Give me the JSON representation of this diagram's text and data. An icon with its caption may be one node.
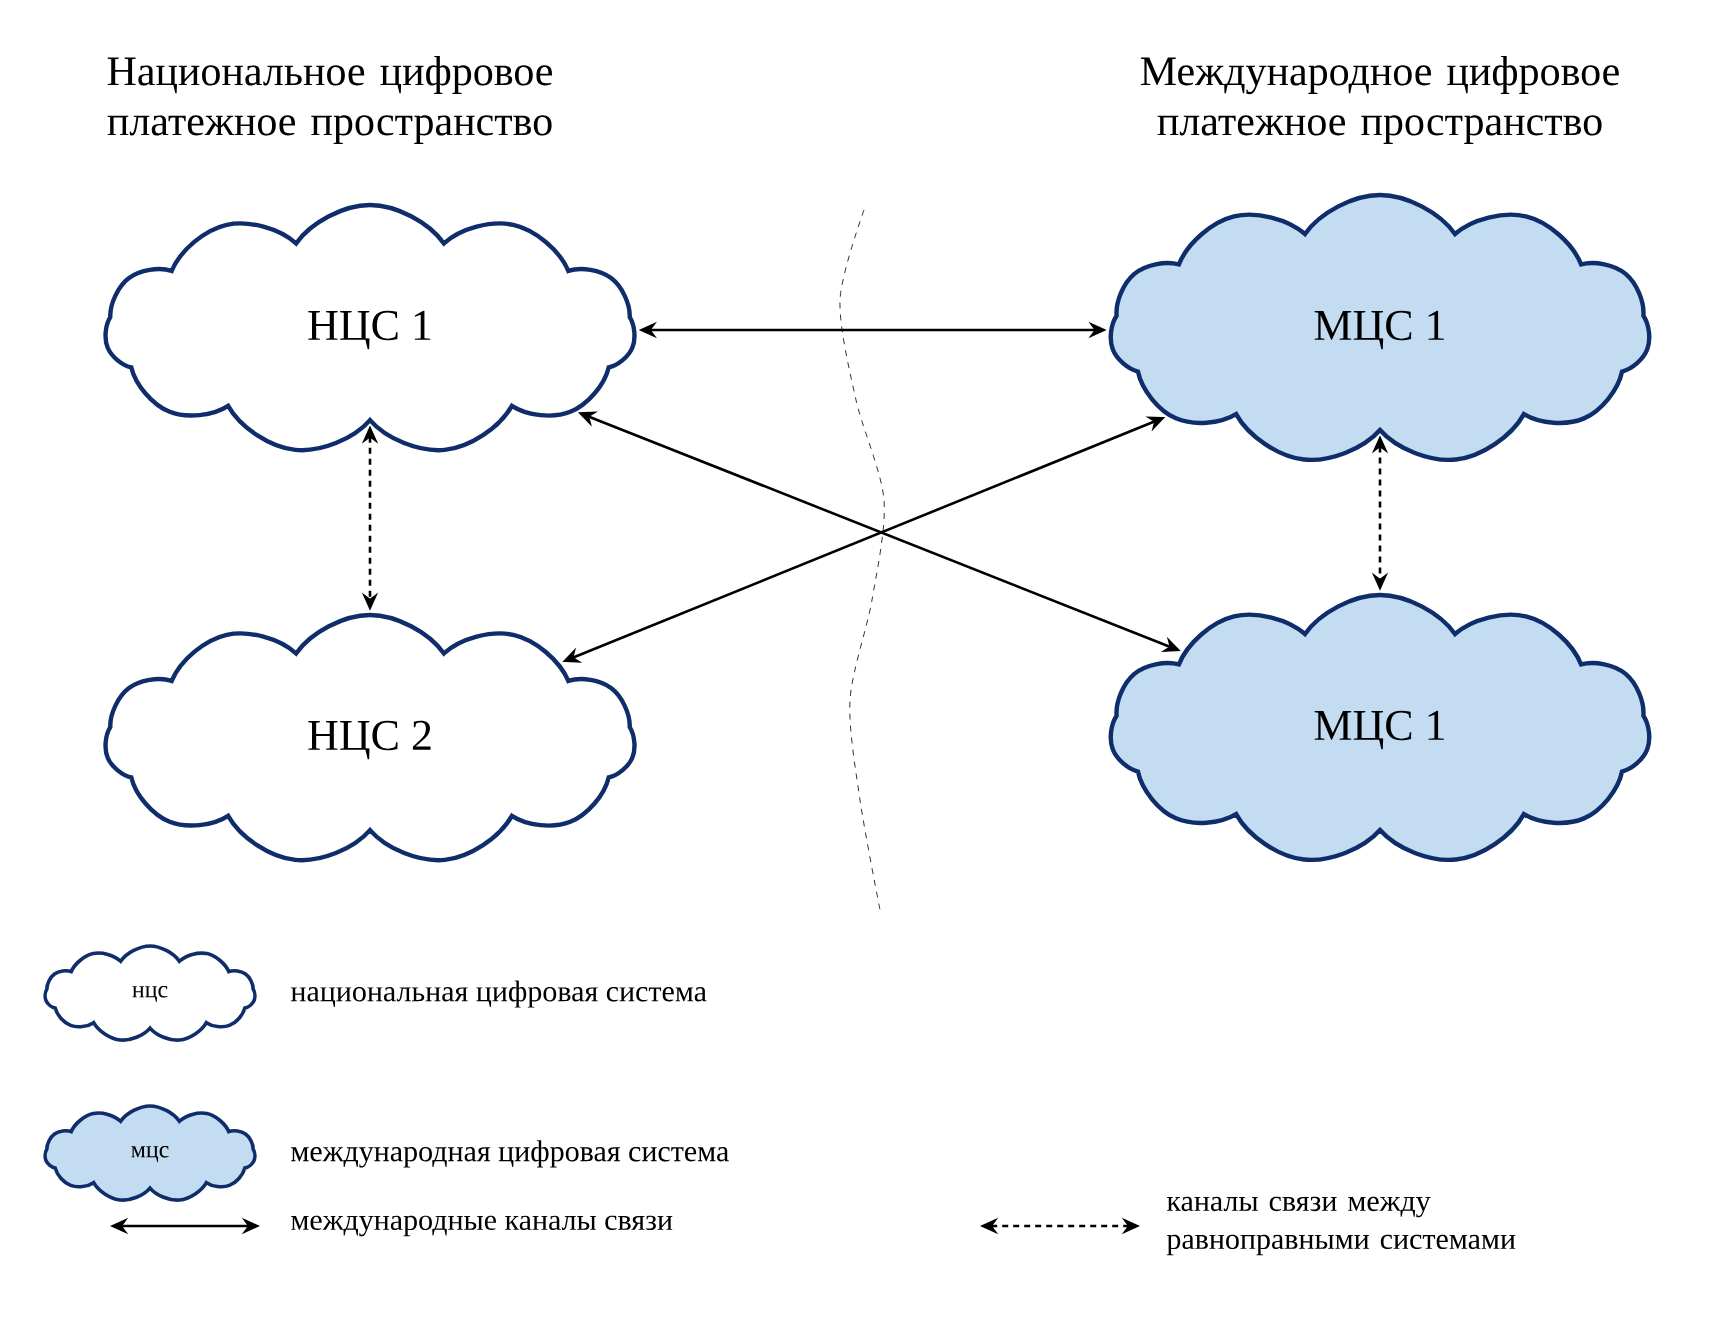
{
  "diagram": {
    "nodes": [
      {
        "text": [
          "НЦС 1"
        ]
      },
      {
        "text": [
          "НЦС 2"
        ]
      },
      {
        "text": [
          "МЦС 1"
        ]
      },
      {
        "text": [
          "МЦС 1"
        ]
      },
      {
        "text": [
          "нцс"
        ]
      },
      {
        "text": [
          "мцс"
        ]
      }
    ],
    "edges": [
      {
        "from": 0,
        "to": 2,
        "arrow": "both"
      },
      {
        "from": 0,
        "to": 3,
        "arrow": "both"
      },
      {
        "from": 1,
        "to": 2,
        "arrow": "both"
      },
      {
        "from": 0,
        "to": 1,
        "arrow": "both",
        "style": "dashed"
      },
      {
        "from": 2,
        "to": 3,
        "arrow": "both",
        "style": "dashed"
      }
    ],
    "labels": [
      "Национальное цифровое платежное пространство",
      "Международное цифровое платежное пространство"
    ],
    "legend": [
      {
        "text": "национальная цифровая система"
      },
      {
        "text": "международная цифровая система"
      },
      {
        "text": "международные каналы связи"
      },
      {
        "text": "каналы связи между равноправными системами"
      }
    ]
  }
}
